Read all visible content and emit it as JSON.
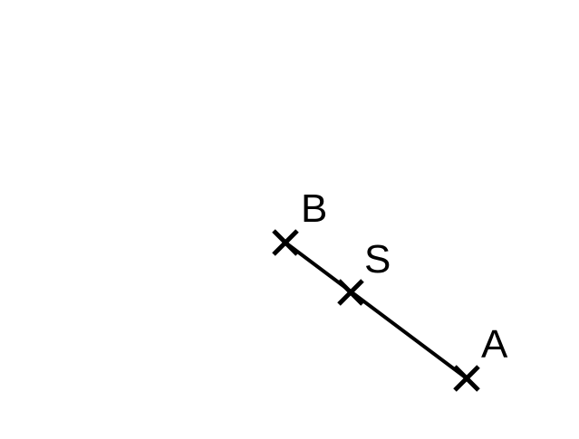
{
  "diagram": {
    "stroke_color": "#000000",
    "background": "#ffffff",
    "points": [
      {
        "id": "B",
        "label": "B"
      },
      {
        "id": "S",
        "label": "S"
      },
      {
        "id": "A",
        "label": "A"
      }
    ],
    "segments": [
      {
        "from": "B",
        "to": "A"
      }
    ],
    "marker": "cross"
  }
}
